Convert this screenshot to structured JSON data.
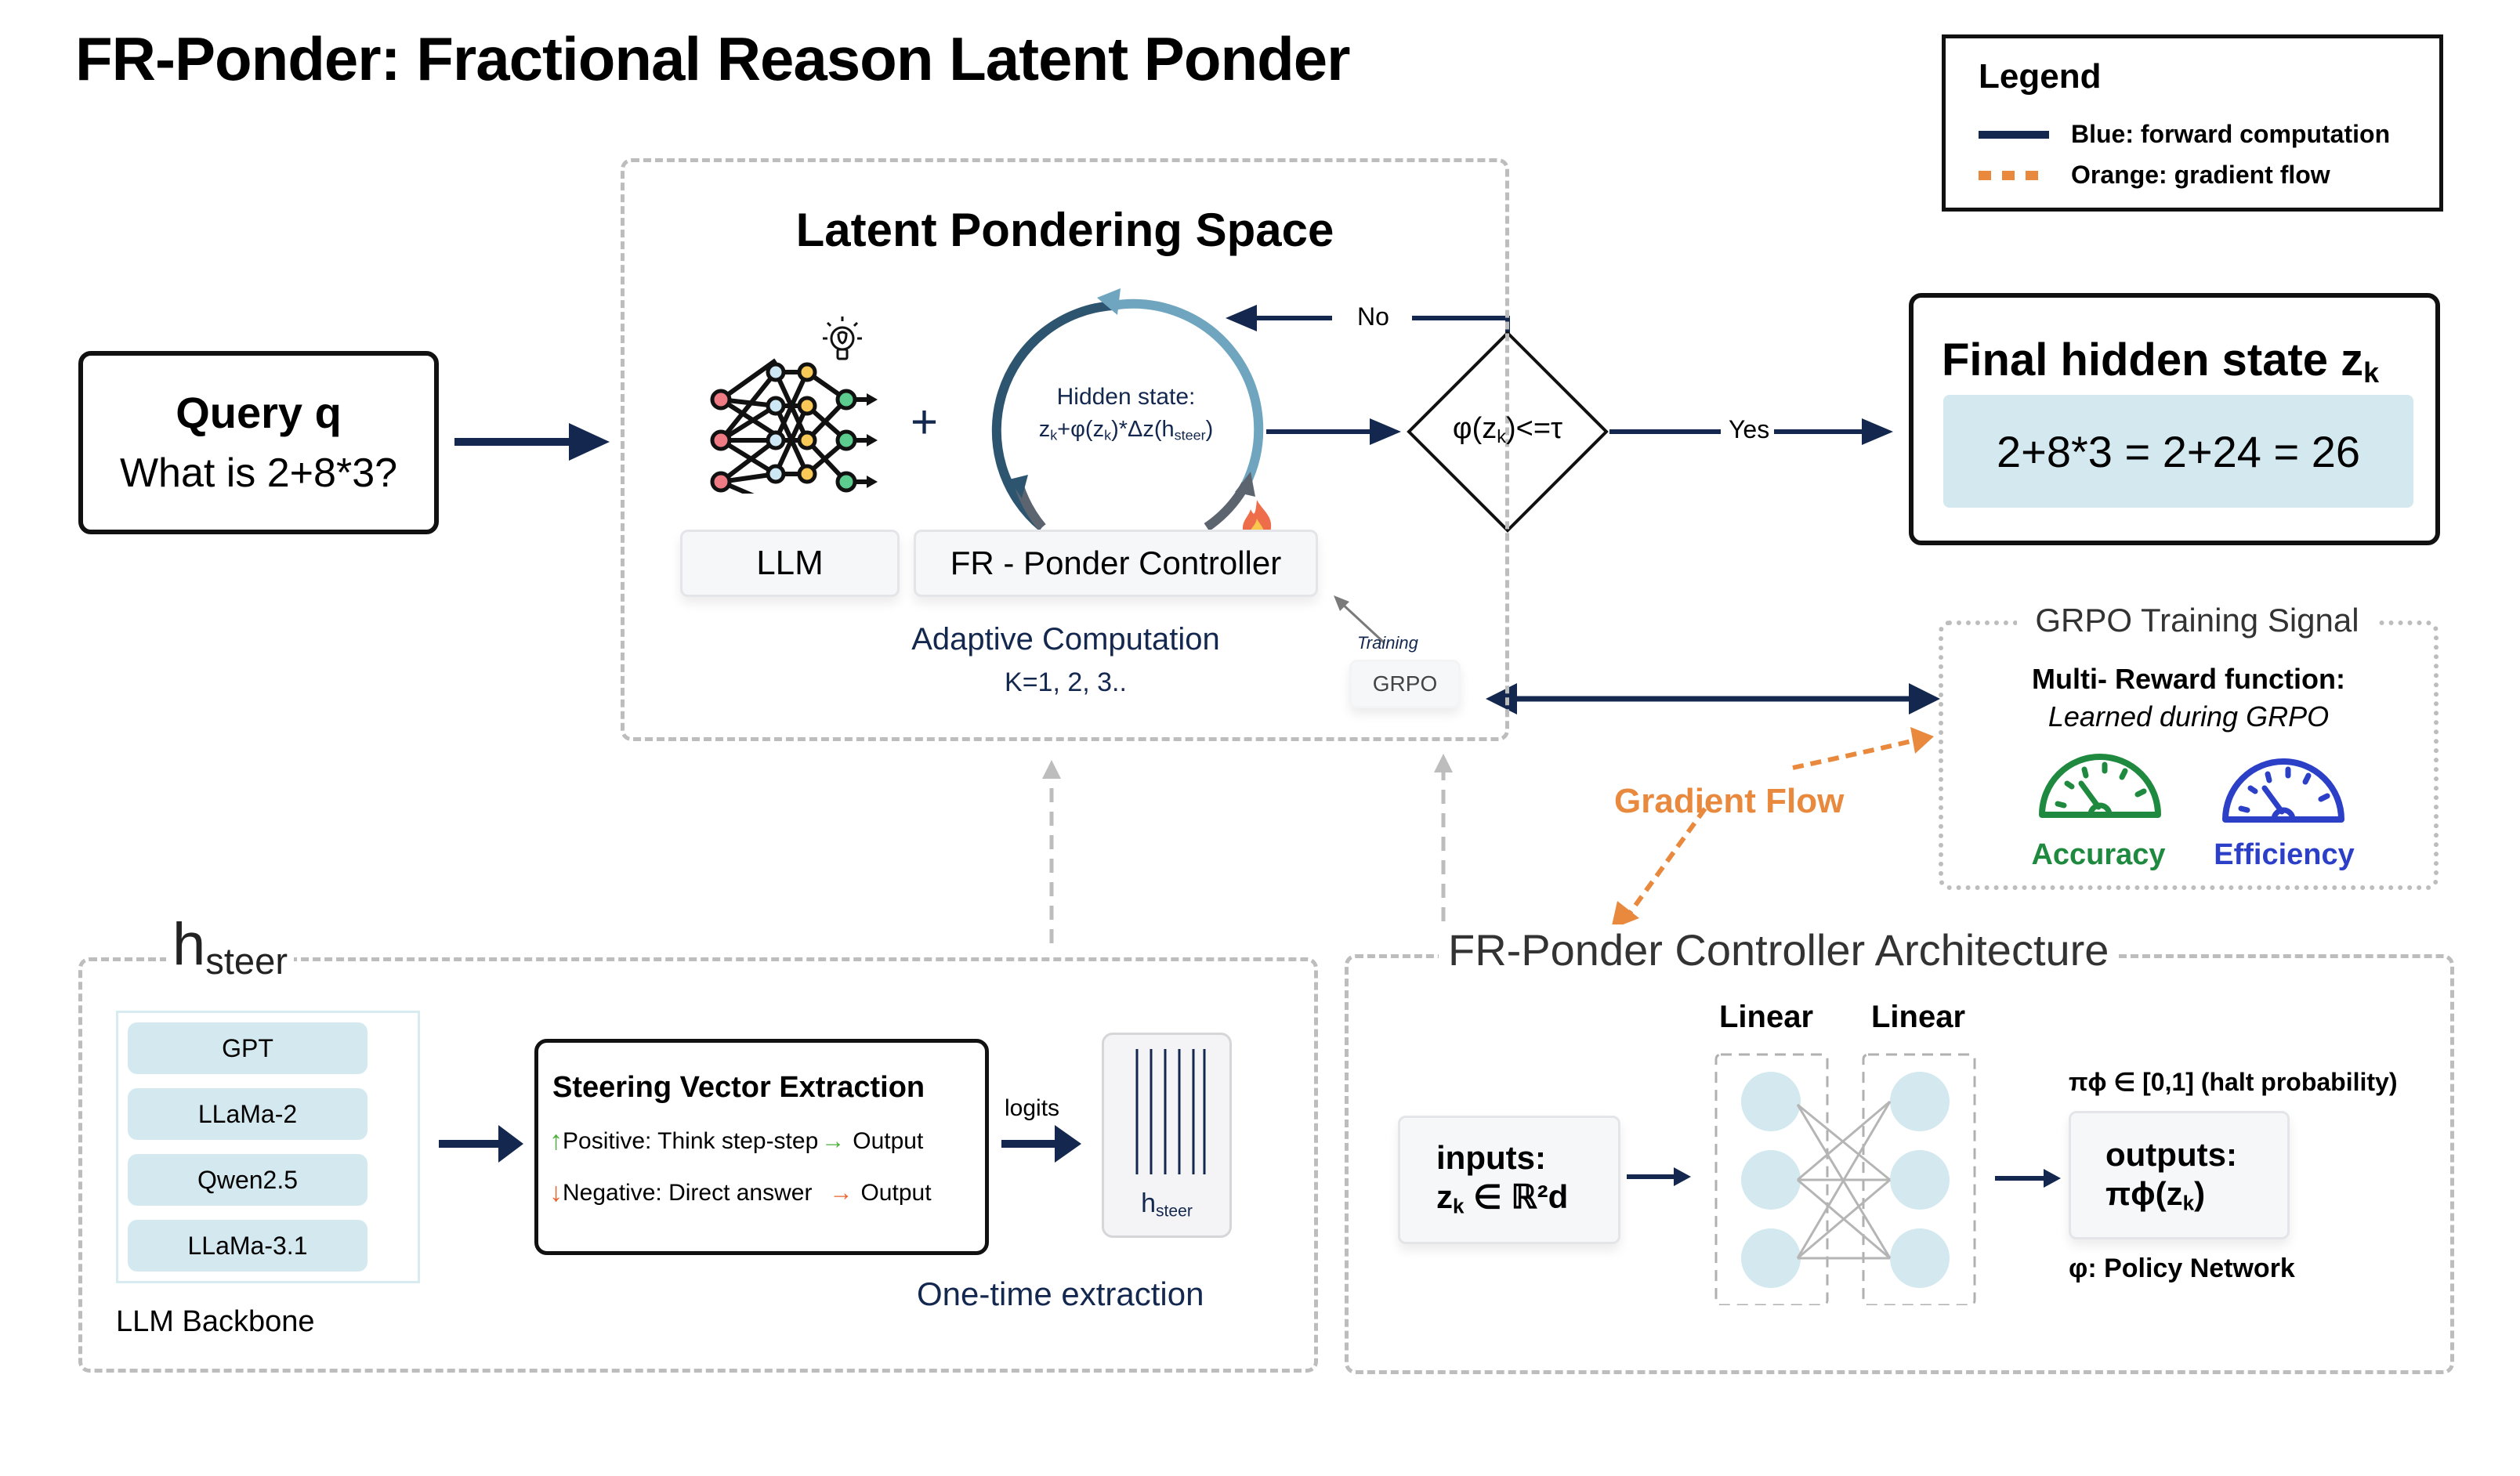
{
  "title": "FR-Ponder: Fractional Reason Latent Ponder",
  "legend": {
    "title": "Legend",
    "items": [
      {
        "label": "Blue: forward computation",
        "color": "#14284f",
        "style": "solid"
      },
      {
        "label": "Orange: gradient flow",
        "color": "#e8893e",
        "style": "dashed"
      }
    ]
  },
  "query": {
    "title": "Query q",
    "text": "What is 2+8*3?"
  },
  "latent_space": {
    "title": "Latent Pondering Space",
    "llm_label": "LLM",
    "plus": "+",
    "controller_label": "FR - Ponder Controller",
    "hidden_state_label": "Hidden state:",
    "hidden_state_formula": {
      "z": "z",
      "k": "k",
      "mid": "+φ(z",
      "k2": "k",
      "tail": ")*Δz(h",
      "steer": "steer",
      "end": ")"
    },
    "adaptive_title": "Adaptive Computation",
    "adaptive_k": "K=1, 2, 3..",
    "training_label": "Training",
    "grpo_label": "GRPO"
  },
  "decision": {
    "phi": "φ(z",
    "k": "k",
    "cond": ")<=τ",
    "no_label": "No",
    "yes_label": "Yes"
  },
  "final": {
    "title": "Final hidden state z",
    "sub": "k",
    "result": "2+8*3 = 2+24 = 26"
  },
  "grpo_signal": {
    "title": "GRPO Training Signal",
    "reward_title": "Multi- Reward function:",
    "reward_subtitle": "Learned during GRPO",
    "metrics": [
      {
        "label": "Accuracy",
        "icon": "gauge-icon",
        "color": "#1f8a3f"
      },
      {
        "label": "Efficiency",
        "icon": "gauge-icon",
        "color": "#2b3fc7"
      }
    ]
  },
  "gradient_flow_label": "Gradient Flow",
  "steer_section": {
    "title_h": "h",
    "title_sub": "steer",
    "backbone_label": "LLM Backbone",
    "models": [
      "GPT",
      "LLaMa-2",
      "Qwen2.5",
      "LLaMa-3.1"
    ],
    "extraction": {
      "title": "Steering Vector Extraction",
      "positive": "Positive: Think step-step",
      "negative": "Negative: Direct answer",
      "output": "Output"
    },
    "logits_label": "logits",
    "vector_h": "h",
    "vector_sub": "steer",
    "one_time": "One-time extraction"
  },
  "controller_arch": {
    "title": "FR-Ponder Controller Architecture",
    "layer_labels": [
      "Linear",
      "Linear"
    ],
    "inputs_label": "inputs:",
    "inputs_z": "z",
    "inputs_k": "k",
    "inputs_space": " ∈ ℝ²d",
    "halt_prob": "πϕ ∈ [0,1] (halt probability)",
    "outputs_label": "outputs:",
    "outputs_pi": "πϕ(z",
    "outputs_k": "k",
    "outputs_end": ")",
    "policy_label": "φ: Policy Network"
  },
  "colors": {
    "forward": "#14284f",
    "gradient": "#e8893e",
    "dashed_border": "#bdbdbd",
    "highlight_bg": "#d3e8ef"
  }
}
